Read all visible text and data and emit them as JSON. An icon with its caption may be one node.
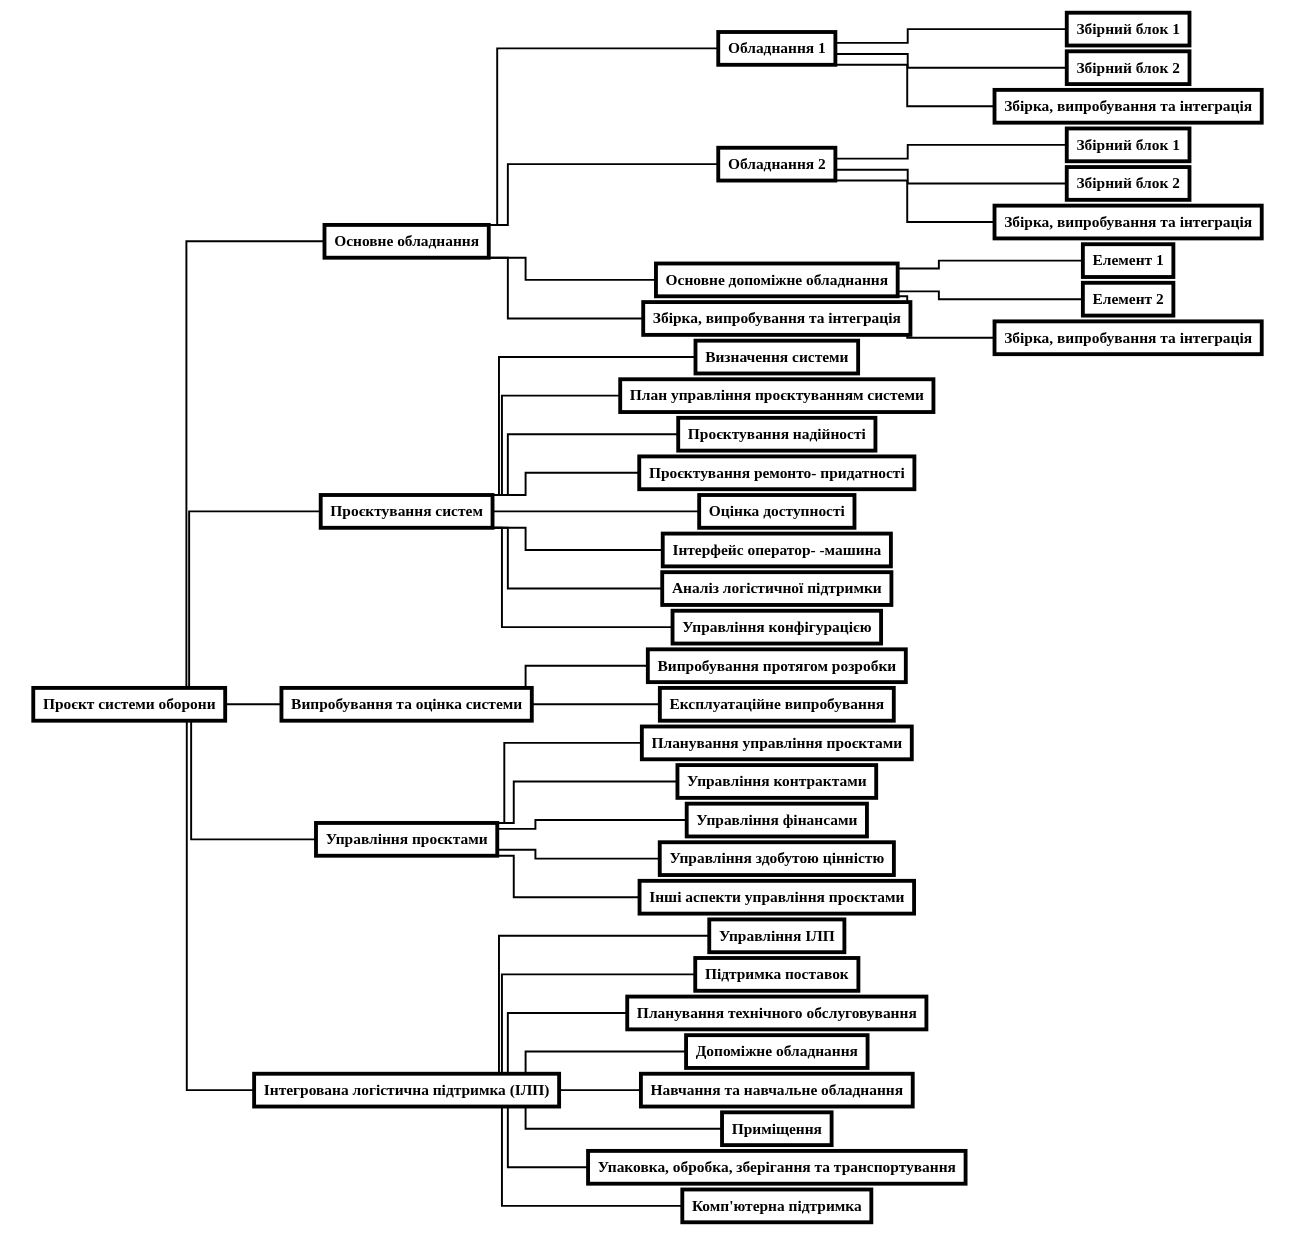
{
  "diagram": {
    "nodes": [
      {
        "text": [
          "Проєкт системи оборони"
        ]
      },
      {
        "text": [
          "Основне обладнання"
        ]
      },
      {
        "text": [
          "Проєктування систем"
        ]
      },
      {
        "text": [
          "Випробування та оцінка системи"
        ]
      },
      {
        "text": [
          "Управління проєктами"
        ]
      },
      {
        "text": [
          "Інтегрована логістична підтримка (ІЛП)"
        ]
      },
      {
        "text": [
          "Обладнання 1"
        ]
      },
      {
        "text": [
          "Обладнання 2"
        ]
      },
      {
        "text": [
          "Основне допоміжне обладнання"
        ]
      },
      {
        "text": [
          "Збірка, випробування та інтеграція"
        ]
      },
      {
        "text": [
          "Збірний блок 1"
        ]
      },
      {
        "text": [
          "Збірний блок 2"
        ]
      },
      {
        "text": [
          "Збірка, випробування та інтеграція"
        ]
      },
      {
        "text": [
          "Збірний блок 1"
        ]
      },
      {
        "text": [
          "Збірний блок 2"
        ]
      },
      {
        "text": [
          "Збірка, випробування та інтеграція"
        ]
      },
      {
        "text": [
          "Елемент 1"
        ]
      },
      {
        "text": [
          "Елемент 2"
        ]
      },
      {
        "text": [
          "Збірка, випробування та інтеграція"
        ]
      },
      {
        "text": [
          "Визначення системи"
        ]
      },
      {
        "text": [
          "План управління проєктуванням системи"
        ]
      },
      {
        "text": [
          "Проєктування надійності"
        ]
      },
      {
        "text": [
          "Проєктування ремонто- придатності"
        ]
      },
      {
        "text": [
          "Оцінка доступності"
        ]
      },
      {
        "text": [
          "Інтерфейс оператор- -машина"
        ]
      },
      {
        "text": [
          "Аналіз логістичної підтримки"
        ]
      },
      {
        "text": [
          "Управління конфігурацією"
        ]
      },
      {
        "text": [
          "Випробування протягом розробки"
        ]
      },
      {
        "text": [
          "Експлуатаційне випробування"
        ]
      },
      {
        "text": [
          "Планування управління проєктами"
        ]
      },
      {
        "text": [
          "Управління контрактами"
        ]
      },
      {
        "text": [
          "Управління фінансами"
        ]
      },
      {
        "text": [
          "Управління здобутою цінністю"
        ]
      },
      {
        "text": [
          "Інші аспекти управління проєктами"
        ]
      },
      {
        "text": [
          "Управління ІЛП"
        ]
      },
      {
        "text": [
          "Підтримка поставок"
        ]
      },
      {
        "text": [
          "Планування технічного обслуговування"
        ]
      },
      {
        "text": [
          "Допоміжне обладнання"
        ]
      },
      {
        "text": [
          "Навчання та навчальне обладнання"
        ]
      },
      {
        "text": [
          "Приміщення"
        ]
      },
      {
        "text": [
          "Упаковка, обробка, зберігання та транспортування"
        ]
      },
      {
        "text": [
          "Комп'ютерна підтримка"
        ]
      }
    ],
    "edges": [
      {
        "from": 0,
        "to": 1,
        "arrow": "none"
      },
      {
        "from": 0,
        "to": 2,
        "arrow": "none"
      },
      {
        "from": 0,
        "to": 3,
        "arrow": "none"
      },
      {
        "from": 0,
        "to": 4,
        "arrow": "none"
      },
      {
        "from": 0,
        "to": 5,
        "arrow": "none"
      },
      {
        "from": 1,
        "to": 6,
        "arrow": "none"
      },
      {
        "from": 1,
        "to": 7,
        "arrow": "none"
      },
      {
        "from": 1,
        "to": 8,
        "arrow": "none"
      },
      {
        "from": 1,
        "to": 9,
        "arrow": "none"
      },
      {
        "from": 6,
        "to": 10,
        "arrow": "none"
      },
      {
        "from": 6,
        "to": 11,
        "arrow": "none"
      },
      {
        "from": 6,
        "to": 12,
        "arrow": "none"
      },
      {
        "from": 7,
        "to": 13,
        "arrow": "none"
      },
      {
        "from": 7,
        "to": 14,
        "arrow": "none"
      },
      {
        "from": 7,
        "to": 15,
        "arrow": "none"
      },
      {
        "from": 8,
        "to": 16,
        "arrow": "none"
      },
      {
        "from": 8,
        "to": 17,
        "arrow": "none"
      },
      {
        "from": 8,
        "to": 18,
        "arrow": "none"
      },
      {
        "from": 2,
        "to": 19,
        "arrow": "none"
      },
      {
        "from": 2,
        "to": 20,
        "arrow": "none"
      },
      {
        "from": 2,
        "to": 21,
        "arrow": "none"
      },
      {
        "from": 2,
        "to": 22,
        "arrow": "none"
      },
      {
        "from": 2,
        "to": 23,
        "arrow": "none"
      },
      {
        "from": 2,
        "to": 24,
        "arrow": "none"
      },
      {
        "from": 2,
        "to": 25,
        "arrow": "none"
      },
      {
        "from": 2,
        "to": 26,
        "arrow": "none"
      },
      {
        "from": 3,
        "to": 27,
        "arrow": "none"
      },
      {
        "from": 3,
        "to": 28,
        "arrow": "none"
      },
      {
        "from": 4,
        "to": 29,
        "arrow": "none"
      },
      {
        "from": 4,
        "to": 30,
        "arrow": "none"
      },
      {
        "from": 4,
        "to": 31,
        "arrow": "none"
      },
      {
        "from": 4,
        "to": 32,
        "arrow": "none"
      },
      {
        "from": 4,
        "to": 33,
        "arrow": "none"
      },
      {
        "from": 5,
        "to": 34,
        "arrow": "none"
      },
      {
        "from": 5,
        "to": 35,
        "arrow": "none"
      },
      {
        "from": 5,
        "to": 36,
        "arrow": "none"
      },
      {
        "from": 5,
        "to": 37,
        "arrow": "none"
      },
      {
        "from": 5,
        "to": 38,
        "arrow": "none"
      },
      {
        "from": 5,
        "to": 39,
        "arrow": "none"
      },
      {
        "from": 5,
        "to": 40,
        "arrow": "none"
      },
      {
        "from": 5,
        "to": 41,
        "arrow": "none"
      }
    ]
  }
}
